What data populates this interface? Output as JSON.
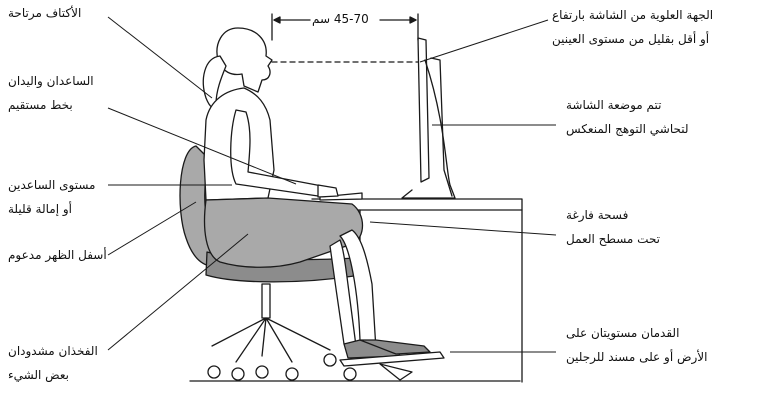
{
  "labels": {
    "shoulders": "الأكتاف مرتاحة",
    "forearms_1": "الساعدان واليدان",
    "forearms_2": "بخط مستقيم",
    "forearm_level_1": "مستوى الساعدين",
    "forearm_level_2": "أو إمالة قليلة",
    "lower_back": "أسفل الظهر مدعوم",
    "thighs_1": "الفخذان مشدودان",
    "thighs_2": "بعض الشيء",
    "top_of_screen_1": "الجهة العلوية من الشاشة بارتفاع",
    "top_of_screen_2": "أو أقل بقليل من مستوى العينين",
    "screen_position_1": "تتم موضعة الشاشة",
    "screen_position_2": "لتحاشي التوهج المنعكس",
    "clearance_1": "فسحة فارغة",
    "clearance_2": "تحت مسطح العمل",
    "feet_1": "القدمان مستويتان على",
    "feet_2": "الأرض أو على مسند للرجلين",
    "distance": "45-70 سم"
  },
  "colors": {
    "line": "#1a1a1a",
    "figure_fill": "#ffffff",
    "shading": "#a9a9a9",
    "shading_dark": "#8c8c8c"
  }
}
